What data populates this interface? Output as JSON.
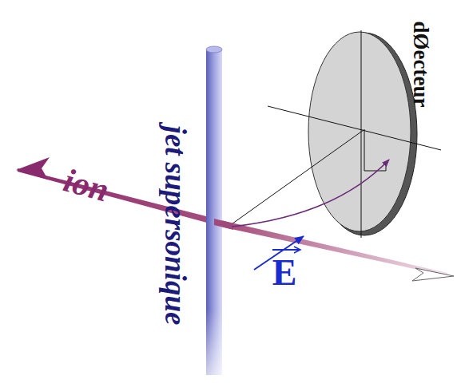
{
  "diagram": {
    "labels": [
      "ion",
      "jet supersonique",
      "E",
      "dØecteur"
    ]
  }
}
